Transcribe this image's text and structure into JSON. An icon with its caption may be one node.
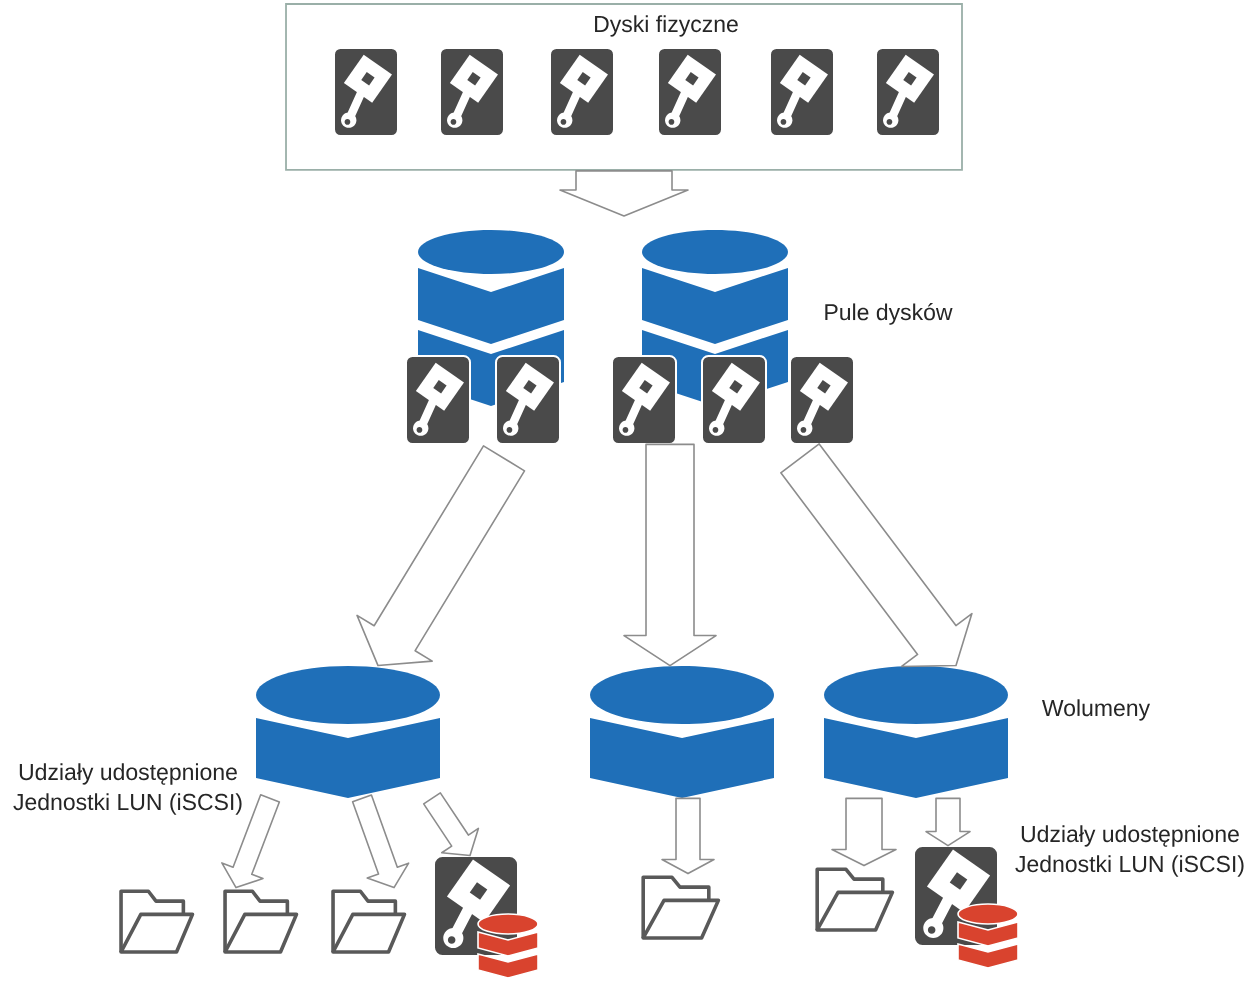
{
  "diagram": {
    "nodes": [
      {
        "text": [
          "Dyski fizyczne"
        ]
      },
      {
        "text": [],
        "shape": "disk",
        "in": 0
      },
      {
        "text": [],
        "shape": "disk",
        "in": 0
      },
      {
        "text": [],
        "shape": "disk",
        "in": 0
      },
      {
        "text": [],
        "shape": "disk",
        "in": 0
      },
      {
        "text": [],
        "shape": "disk",
        "in": 0
      },
      {
        "text": [],
        "shape": "disk",
        "in": 0
      },
      {
        "text": [],
        "shape": "cylinder"
      },
      {
        "text": [],
        "shape": "disk"
      },
      {
        "text": [],
        "shape": "disk"
      },
      {
        "text": [],
        "shape": "cylinder"
      },
      {
        "text": [],
        "shape": "disk"
      },
      {
        "text": [],
        "shape": "disk"
      },
      {
        "text": [],
        "shape": "disk"
      },
      {
        "text": [],
        "shape": "cylinder"
      },
      {
        "text": [],
        "shape": "cylinder"
      },
      {
        "text": [],
        "shape": "cylinder"
      },
      {
        "text": [],
        "shape": "folder"
      },
      {
        "text": [],
        "shape": "folder"
      },
      {
        "text": [],
        "shape": "folder"
      },
      {
        "text": [],
        "shape": "database"
      },
      {
        "text": [],
        "shape": "folder"
      },
      {
        "text": [],
        "shape": "folder"
      },
      {
        "text": [],
        "shape": "database"
      }
    ],
    "edges": [
      {
        "from": 0,
        "to": null,
        "arrow": "to"
      },
      {
        "from": 9,
        "to": 14,
        "arrow": "to"
      },
      {
        "from": 11,
        "to": 15,
        "arrow": "to"
      },
      {
        "from": 13,
        "to": 16,
        "arrow": "to"
      },
      {
        "from": 14,
        "to": 18,
        "arrow": "to"
      },
      {
        "from": 14,
        "to": 19,
        "arrow": "to"
      },
      {
        "from": 14,
        "to": 20,
        "arrow": "to"
      },
      {
        "from": 15,
        "to": 21,
        "arrow": "to"
      },
      {
        "from": 16,
        "to": 22,
        "arrow": "to"
      },
      {
        "from": 16,
        "to": 23,
        "arrow": "to"
      }
    ],
    "labels": [
      "Pule dysków",
      "Wolumeny",
      "Udziały udostępnione",
      "Jednostki LUN (iSCSI)",
      "Udziały udostępnione",
      "Jednostki LUN (iSCSI)"
    ]
  }
}
